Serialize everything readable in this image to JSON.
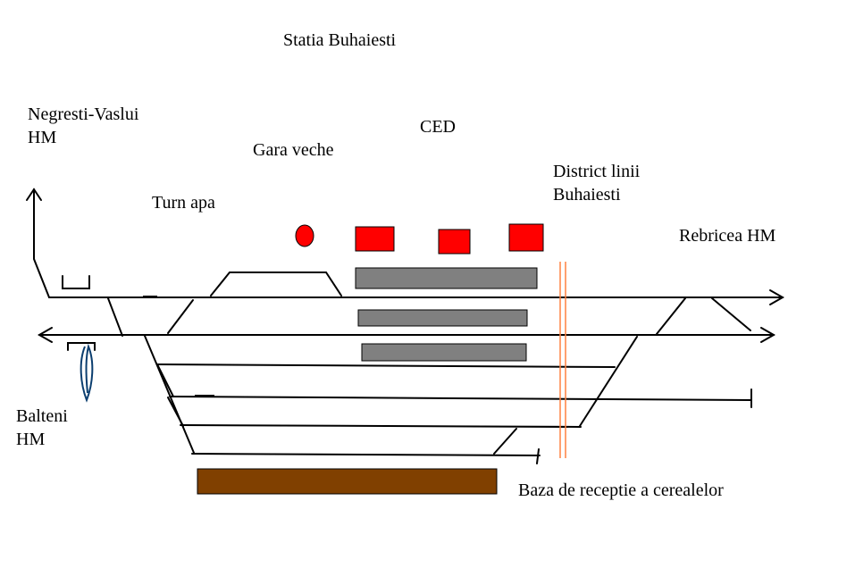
{
  "title": "Statia Buhaiesti",
  "labels": {
    "negresti_line1": "Negresti-Vaslui",
    "negresti_line2": "HM",
    "gara_veche": "Gara veche",
    "ced": "CED",
    "district_line1": "District linii",
    "district_line2": "Buhaiesti",
    "turn_apa": "Turn apa",
    "rebricea": "Rebricea HM",
    "balteni_line1": "Balteni",
    "balteni_line2": "HM",
    "baza": "Baza de receptie a cerealelor"
  },
  "colors": {
    "building": "#ff0000",
    "platform": "#808080",
    "cereal_base": "#804000",
    "district_line": "#ff8040",
    "signal": "#004080",
    "track": "#000000"
  }
}
